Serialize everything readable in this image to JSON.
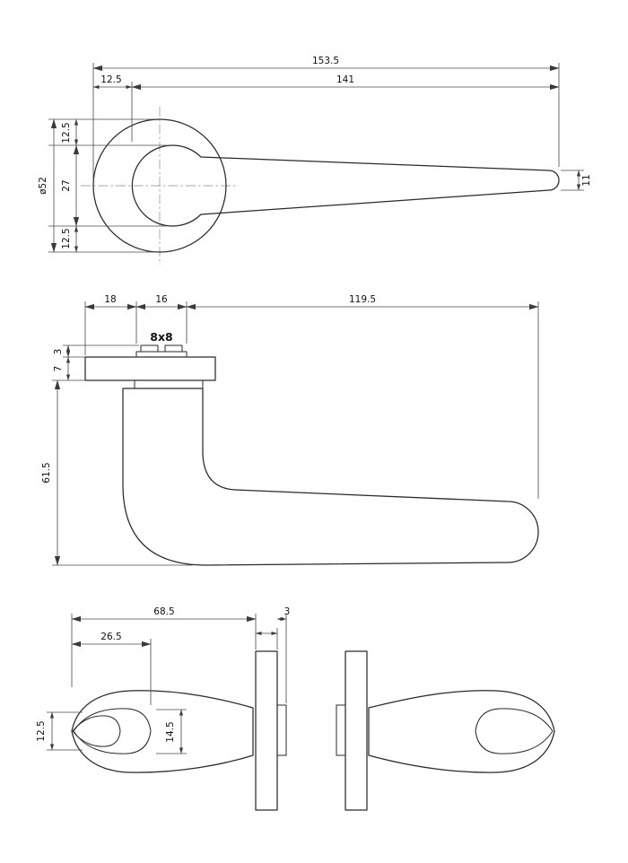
{
  "ink": "#2a2a2a",
  "dims": {
    "top": {
      "overall": "153.5",
      "rose_offset": "12.5",
      "handle_length": "141",
      "edge_top": "12.5",
      "neck_width": "27",
      "edge_bottom": "12.5",
      "rose_diameter": "ø52",
      "grip_end_width": "11"
    },
    "front": {
      "rose_to_spindle": "18",
      "spindle_width": "16",
      "projection": "119.5",
      "spindle_height": "3",
      "rose_thickness": "7",
      "handle_drop": "61.5",
      "spindle_label": "8x8"
    },
    "side": {
      "grip_length": "68.5",
      "tip_length": "26.5",
      "hub_width": "3",
      "rose_thickness": "7",
      "tip_height": "12.5",
      "grip_height": "14.5"
    }
  }
}
